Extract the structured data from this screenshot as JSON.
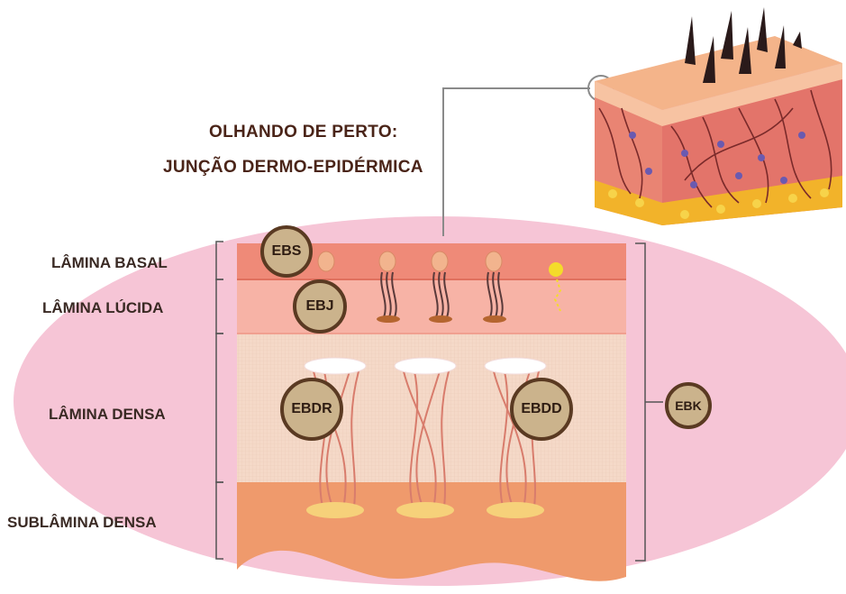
{
  "title": {
    "line1": "OLHANDO DE PERTO:",
    "line2": "JUNÇÃO DERMO-EPIDÉRMICA"
  },
  "layers": [
    {
      "label": "LÂMINA BASAL"
    },
    {
      "label": "LÂMINA LÚCIDA"
    },
    {
      "label": "LÂMINA DENSA"
    },
    {
      "label": "SUBLÂMINA DENSA"
    }
  ],
  "badges": {
    "ebs": "EBS",
    "ebj": "EBJ",
    "ebdr": "EBDR",
    "ebdd": "EBDD",
    "ebk": "EBK"
  },
  "colors": {
    "background_ellipse": "#f6c5d6",
    "basal": "#ef8a78",
    "lucida": "#f7b3a6",
    "densa": "#f5d9c8",
    "sublamina": "#ef9a6c",
    "badge_fill": "#cbb38c",
    "badge_border": "#5a3a22",
    "text": "#3a2a24"
  }
}
